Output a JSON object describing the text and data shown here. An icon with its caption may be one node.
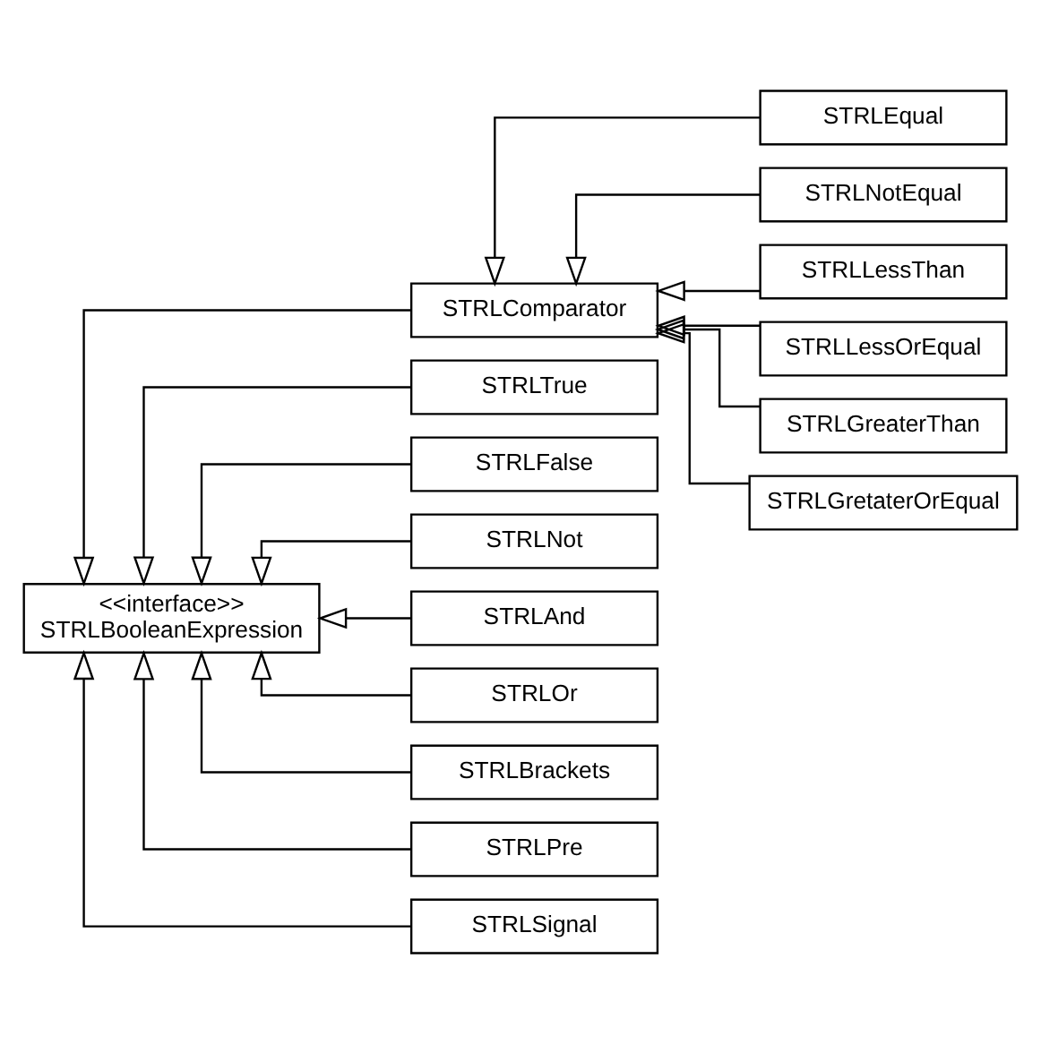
{
  "diagram": {
    "nodes": [
      {
        "text": [
          "<<interface>>",
          "STRLBooleanExpression"
        ]
      },
      {
        "text": [
          "STRLComparator"
        ]
      },
      {
        "text": [
          "STRLTrue"
        ]
      },
      {
        "text": [
          "STRLFalse"
        ]
      },
      {
        "text": [
          "STRLNot"
        ]
      },
      {
        "text": [
          "STRLAnd"
        ]
      },
      {
        "text": [
          "STRLOr"
        ]
      },
      {
        "text": [
          "STRLBrackets"
        ]
      },
      {
        "text": [
          "STRLPre"
        ]
      },
      {
        "text": [
          "STRLSignal"
        ]
      },
      {
        "text": [
          "STRLEqual"
        ]
      },
      {
        "text": [
          "STRLNotEqual"
        ]
      },
      {
        "text": [
          "STRLLessThan"
        ]
      },
      {
        "text": [
          "STRLLessOrEqual"
        ]
      },
      {
        "text": [
          "STRLGreaterThan"
        ]
      },
      {
        "text": [
          "STRLGretaterOrEqual"
        ]
      }
    ],
    "edges": [
      {
        "from": 1,
        "to": 0,
        "arrow": "to"
      },
      {
        "from": 2,
        "to": 0,
        "arrow": "to"
      },
      {
        "from": 3,
        "to": 0,
        "arrow": "to"
      },
      {
        "from": 4,
        "to": 0,
        "arrow": "to"
      },
      {
        "from": 5,
        "to": 0,
        "arrow": "to"
      },
      {
        "from": 6,
        "to": 0,
        "arrow": "to"
      },
      {
        "from": 7,
        "to": 0,
        "arrow": "to"
      },
      {
        "from": 8,
        "to": 0,
        "arrow": "to"
      },
      {
        "from": 9,
        "to": 0,
        "arrow": "to"
      },
      {
        "from": 10,
        "to": 1,
        "arrow": "to"
      },
      {
        "from": 11,
        "to": 1,
        "arrow": "to"
      },
      {
        "from": 12,
        "to": 1,
        "arrow": "to"
      },
      {
        "from": 13,
        "to": 1,
        "arrow": "to"
      },
      {
        "from": 14,
        "to": 1,
        "arrow": "to"
      },
      {
        "from": 15,
        "to": 1,
        "arrow": "to"
      }
    ]
  }
}
